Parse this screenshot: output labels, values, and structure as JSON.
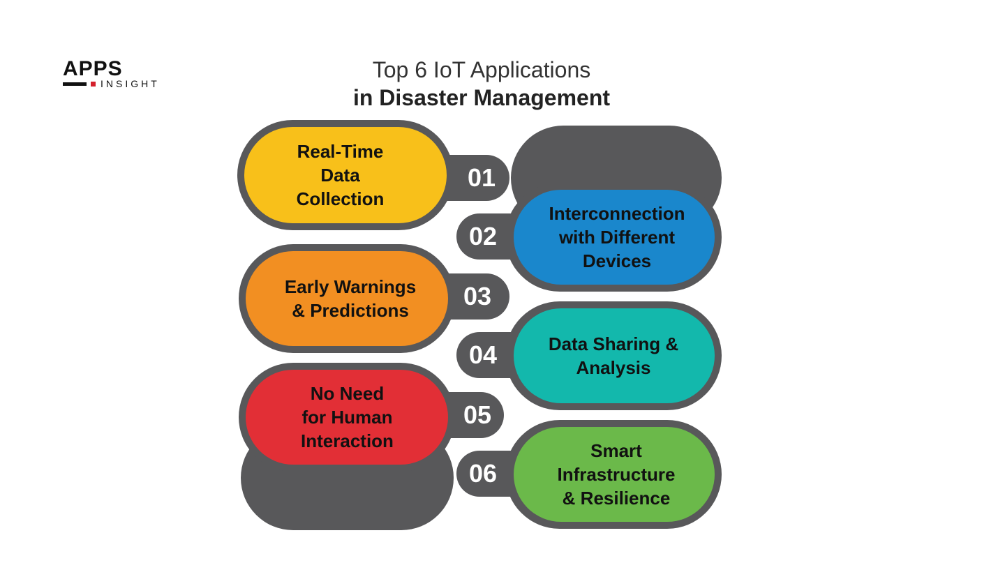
{
  "logo": {
    "brand": "APPS",
    "sub": "INSIGHT"
  },
  "title": {
    "line1": "Top 6 IoT Applications",
    "line2": "in Disaster Management"
  },
  "colors": {
    "connector": "#58585a",
    "item1": "#f8c01a",
    "item2": "#1a87cc",
    "item3": "#f28f22",
    "item4": "#13b8ac",
    "item5": "#e22f36",
    "item6": "#6bb94a"
  },
  "items": [
    {
      "number": "01",
      "lines": [
        "Real-Time",
        "Data",
        "Collection"
      ]
    },
    {
      "number": "02",
      "lines": [
        "Interconnection",
        "with Different",
        "Devices"
      ]
    },
    {
      "number": "03",
      "lines": [
        "Early Warnings",
        "& Predictions"
      ]
    },
    {
      "number": "04",
      "lines": [
        "Data Sharing &",
        "Analysis"
      ]
    },
    {
      "number": "05",
      "lines": [
        "No Need",
        "for Human",
        "Interaction"
      ]
    },
    {
      "number": "06",
      "lines": [
        "Smart",
        "Infrastructure",
        "& Resilience"
      ]
    }
  ]
}
